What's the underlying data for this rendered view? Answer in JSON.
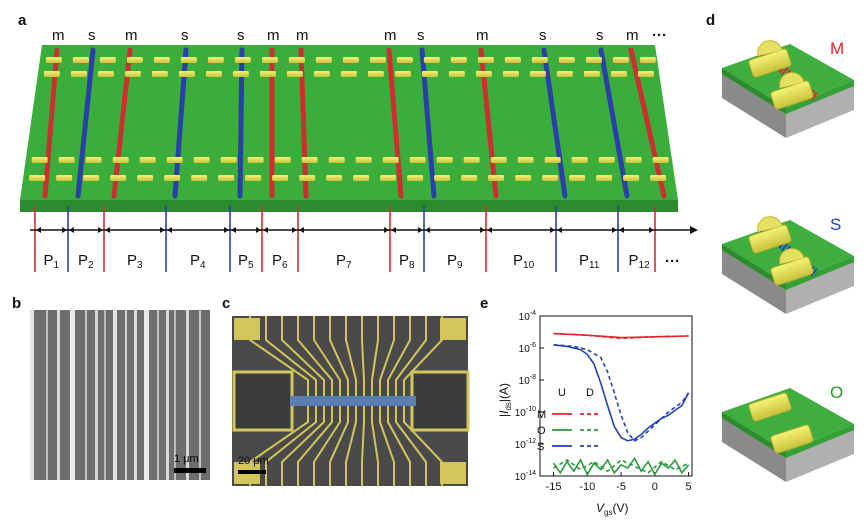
{
  "figure": {
    "panel_letters": {
      "a": "a",
      "b": "b",
      "c": "c",
      "d": "d",
      "e": "e"
    }
  },
  "panel_a": {
    "tube_types": [
      "m",
      "s",
      "m",
      "s",
      "s",
      "m",
      "m",
      "m",
      "s",
      "m",
      "s",
      "s",
      "m"
    ],
    "tube_colors": {
      "m": "#cc2f2f",
      "s": "#2a3fa8"
    },
    "segments": [
      {
        "main": "P",
        "sub": "1"
      },
      {
        "main": "P",
        "sub": "2"
      },
      {
        "main": "P",
        "sub": "3"
      },
      {
        "main": "P",
        "sub": "4"
      },
      {
        "main": "P",
        "sub": "5"
      },
      {
        "main": "P",
        "sub": "6"
      },
      {
        "main": "P",
        "sub": "7"
      },
      {
        "main": "P",
        "sub": "8"
      },
      {
        "main": "P",
        "sub": "9"
      },
      {
        "main": "P",
        "sub": "10"
      },
      {
        "main": "P",
        "sub": "11"
      },
      {
        "main": "P",
        "sub": "12"
      }
    ],
    "ellipsis": "···"
  },
  "panel_b": {
    "scale_bar": "1 μm"
  },
  "panel_c": {
    "scale_bar": "20 μm"
  },
  "panel_d": {
    "types": [
      {
        "label": "M",
        "color": "#e0262d"
      },
      {
        "label": "S",
        "color": "#2440b5"
      },
      {
        "label": "O",
        "color": "#2a9a3a"
      }
    ]
  },
  "chart_data": {
    "type": "line",
    "xlabel": "V_gs(V)",
    "ylabel": "|I_ds|(A)",
    "xlim": [
      -17,
      5.5
    ],
    "ylim_log10": [
      -14,
      -4
    ],
    "x_ticks": [
      "-15",
      "-10",
      "-5",
      "0",
      "5"
    ],
    "y_ticks": [
      "10^-4",
      "10^-6",
      "10^-8",
      "10^-10",
      "10^-12",
      "10^-14"
    ],
    "legend": {
      "header_up": "U",
      "header_down": "D",
      "entries": [
        {
          "name": "M",
          "color": "#e0262d"
        },
        {
          "name": "O",
          "color": "#2a9a3a"
        },
        {
          "name": "S",
          "color": "#2440b5"
        }
      ]
    },
    "series": [
      {
        "name": "M",
        "sweep": "U",
        "color": "#e0262d",
        "style": "solid",
        "x": [
          -15,
          -10,
          -5,
          0,
          5
        ],
        "log10_y": [
          -5.1,
          -5.2,
          -5.35,
          -5.3,
          -5.25
        ]
      },
      {
        "name": "M",
        "sweep": "D",
        "color": "#e0262d",
        "style": "dashed",
        "x": [
          -15,
          -10,
          -5,
          0,
          5
        ],
        "log10_y": [
          -5.1,
          -5.2,
          -5.4,
          -5.3,
          -5.25
        ]
      },
      {
        "name": "S",
        "sweep": "U",
        "color": "#2440b5",
        "style": "solid",
        "x": [
          -15,
          -13,
          -11,
          -10,
          -9,
          -8,
          -7,
          -6,
          -5,
          -4,
          -3,
          -2,
          -1,
          0,
          1,
          2,
          3,
          4,
          5
        ],
        "log10_y": [
          -5.8,
          -5.9,
          -6.1,
          -6.4,
          -7.0,
          -8.2,
          -9.6,
          -10.9,
          -11.6,
          -11.8,
          -11.7,
          -11.4,
          -11.0,
          -10.7,
          -10.4,
          -10.2,
          -9.9,
          -9.6,
          -8.8
        ]
      },
      {
        "name": "S",
        "sweep": "D",
        "color": "#2440b5",
        "style": "dashed",
        "x": [
          -15,
          -12,
          -10,
          -8,
          -7,
          -6,
          -5,
          -4,
          -3,
          -2,
          -1,
          0,
          1,
          2,
          3,
          4,
          5
        ],
        "log10_y": [
          -5.8,
          -5.9,
          -6.1,
          -6.6,
          -7.5,
          -8.8,
          -10.2,
          -11.3,
          -11.8,
          -11.6,
          -11.2,
          -10.8,
          -10.4,
          -10.0,
          -9.7,
          -9.4,
          -8.8
        ]
      },
      {
        "name": "O",
        "sweep": "U",
        "color": "#2a9a3a",
        "style": "solid",
        "x": [
          -15,
          -14,
          -13,
          -12,
          -11,
          -10,
          -9,
          -8,
          -7,
          -6,
          -5,
          -4,
          -3,
          -2,
          -1,
          0,
          1,
          2,
          3,
          4,
          5
        ],
        "log10_y": [
          -13.2,
          -13.8,
          -13.1,
          -13.7,
          -13.0,
          -13.9,
          -13.2,
          -13.6,
          -13.0,
          -13.8,
          -13.3,
          -13.5,
          -12.9,
          -13.7,
          -13.1,
          -13.9,
          -13.2,
          -13.5,
          -13.0,
          -13.8,
          -13.3
        ]
      },
      {
        "name": "O",
        "sweep": "D",
        "color": "#2a9a3a",
        "style": "dashed",
        "x": [
          -15,
          -13,
          -11,
          -9,
          -7,
          -5,
          -3,
          -1,
          1,
          3,
          5
        ],
        "log10_y": [
          -13.5,
          -13.0,
          -13.6,
          -13.1,
          -13.7,
          -13.0,
          -13.4,
          -13.8,
          -13.1,
          -13.6,
          -13.2
        ]
      }
    ]
  }
}
